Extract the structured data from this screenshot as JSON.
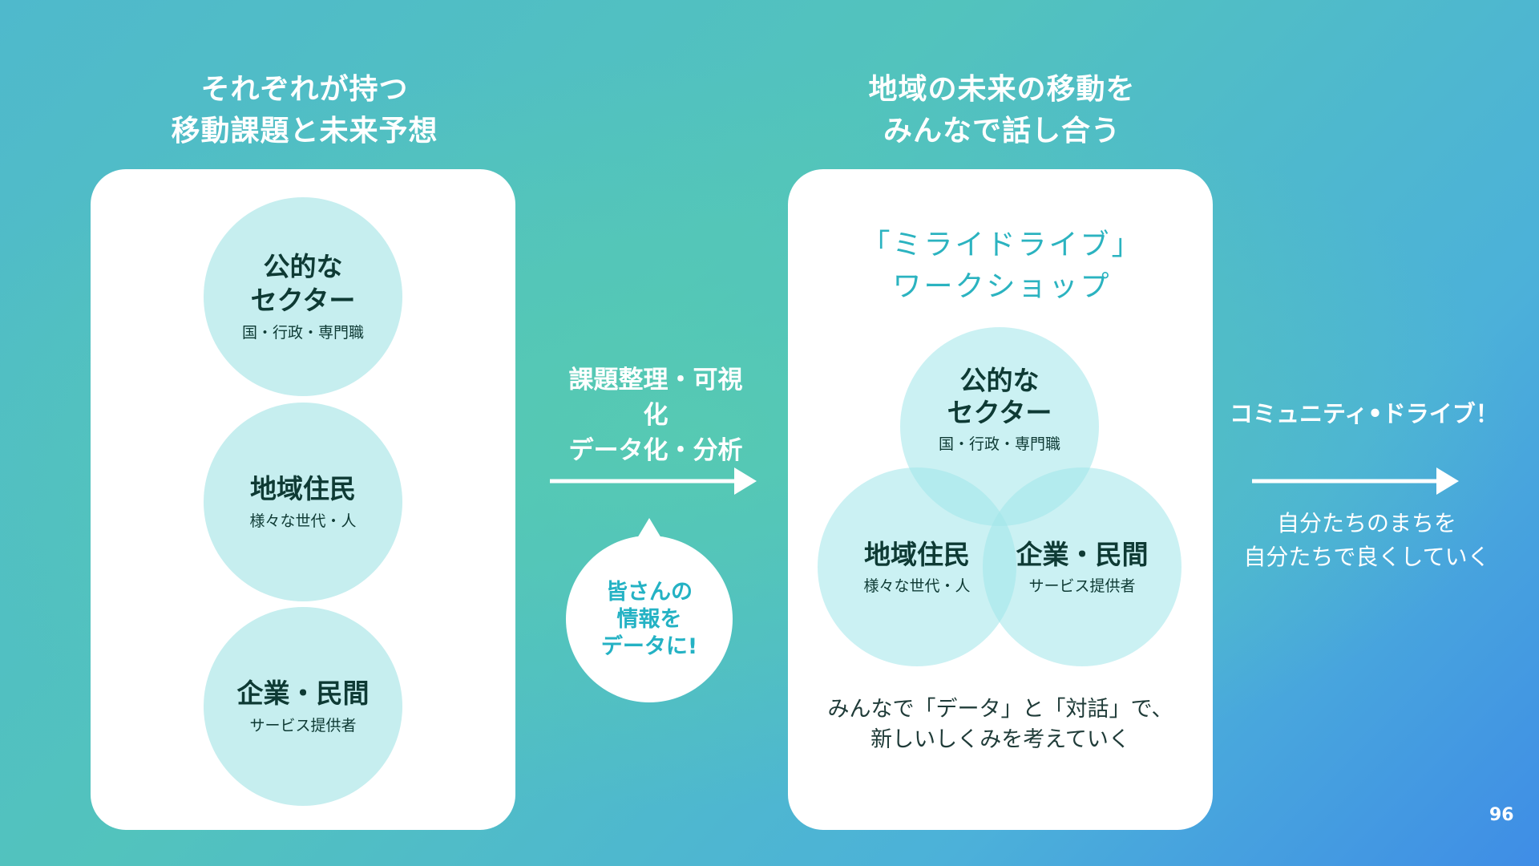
{
  "left": {
    "heading": [
      "それぞれが持つ",
      "移動課題と未来予想"
    ],
    "circles": [
      {
        "title": [
          "公的な",
          "セクター"
        ],
        "sub": "国・行政・専門職"
      },
      {
        "title": [
          "地域住民"
        ],
        "sub": "様々な世代・人"
      },
      {
        "title": [
          "企業・民間"
        ],
        "sub": "サービス提供者"
      }
    ]
  },
  "middle": {
    "process": [
      "課題整理・可視",
      "化",
      "データ化・分析"
    ],
    "bubble": [
      "皆さんの",
      "情報を",
      "データに!"
    ]
  },
  "right": {
    "heading": [
      "地域の未来の移動を",
      "みんなで話し合う"
    ],
    "workshop_title": [
      "「ミライドライブ」",
      "ワークショップ"
    ],
    "venn": {
      "top": {
        "title": [
          "公的な",
          "セクター"
        ],
        "sub": "国・行政・専門職"
      },
      "left": {
        "title": "地域住民",
        "sub": "様々な世代・人"
      },
      "right": {
        "title": "企業・民間",
        "sub": "サービス提供者"
      }
    },
    "caption": [
      "みんなで「データ」と「対話」で、",
      "新しいしくみを考えていく"
    ]
  },
  "outcome": {
    "title": "コミュニティ•ドライブ！",
    "tagline": [
      "自分たちのまちを",
      "自分たちで良くしていく"
    ]
  },
  "page_number": "96",
  "colors": {
    "accent_teal": "#2bb3c0",
    "circle_fill": "#c6eeef",
    "text_dark": "#0e3a34"
  }
}
